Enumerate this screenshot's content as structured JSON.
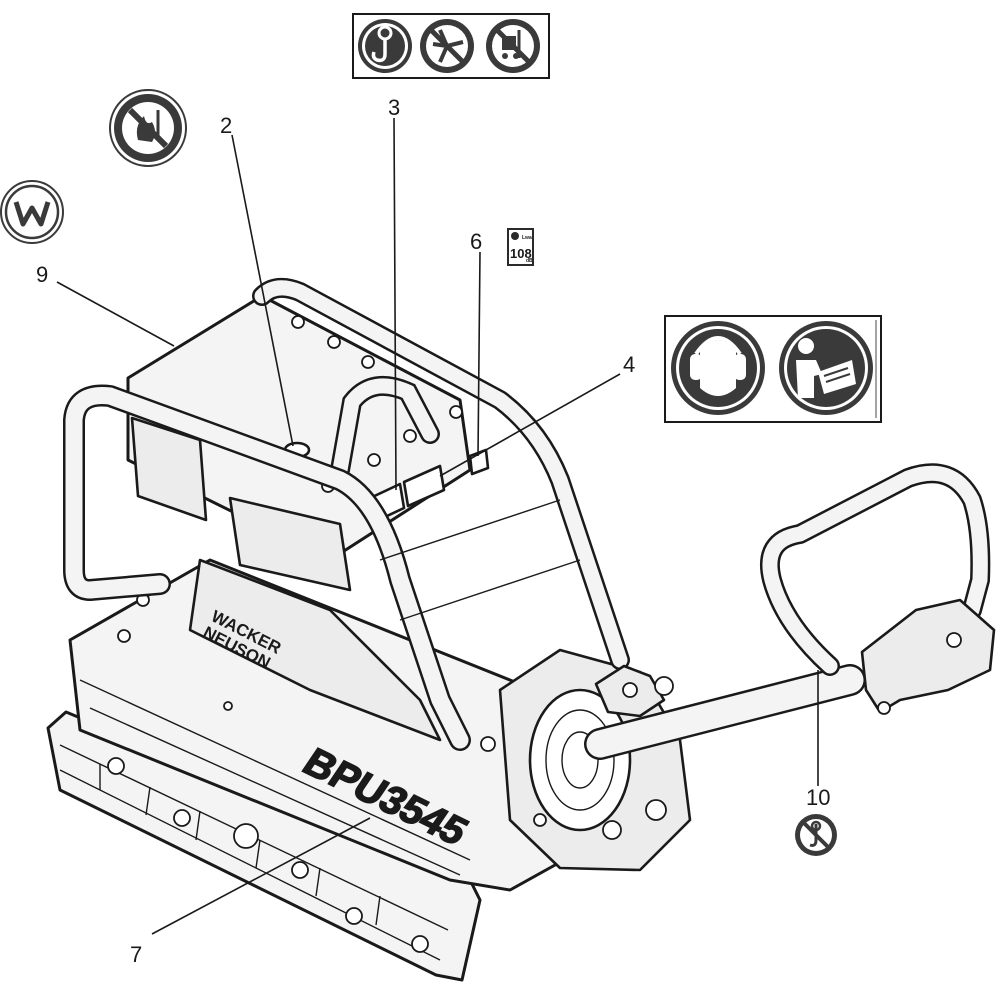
{
  "callouts": {
    "c2": "2",
    "c3": "3",
    "c4": "4",
    "c6": "6",
    "c7": "7",
    "c9": "9",
    "c10": "10"
  },
  "labels": {
    "sound_level_unit": "Lwa",
    "sound_level_value": "108",
    "sound_level_db": "dB",
    "brand_line1": "WACKER",
    "brand_line2": "NEUSON",
    "model": "BPU3545"
  },
  "icons": [
    "lifting-point-icon",
    "no-fan-contact-icon",
    "no-forklift-icon",
    "no-open-flame-icon",
    "brand-logo-icon",
    "sound-level-icon",
    "ear-protection-icon",
    "read-manual-icon",
    "no-lift-hook-icon"
  ],
  "colors": {
    "line": "#1a1a1a",
    "pictogram": "#3a3a3a",
    "background": "#ffffff"
  }
}
